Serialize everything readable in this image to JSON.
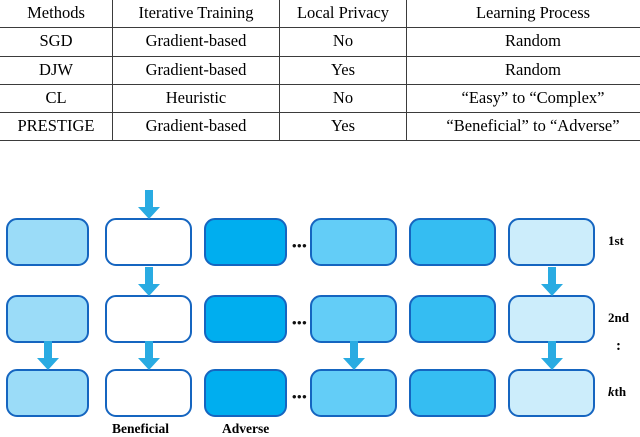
{
  "table": {
    "headers": [
      "Methods",
      "Iterative Training",
      "Local Privacy",
      "Learning Process"
    ],
    "rows": [
      [
        "SGD",
        "Gradient-based",
        "No",
        "Random"
      ],
      [
        "DJW",
        "Gradient-based",
        "Yes",
        "Random"
      ],
      [
        "CL",
        "Heuristic",
        "No",
        "“Easy” to “Complex”"
      ],
      [
        "PRESTIGE",
        "Gradient-based",
        "Yes",
        "“Beneficial” to “Adverse”"
      ]
    ]
  },
  "diagram": {
    "row_labels": [
      "1st",
      "2nd",
      "kth"
    ],
    "vertical_dots": ":",
    "ellipsis": "•••",
    "captions": {
      "beneficial": "Beneficial",
      "adverse": "Adverse"
    },
    "colors": {
      "box_border": "#1565C0",
      "arrow": "#29ABE2",
      "shade_1": "#9BDCF8",
      "shade_2": "#FFFFFF",
      "shade_3": "#00AEEF",
      "shade_4": "#63CDF7",
      "shade_5": "#35BDF2",
      "shade_6": "#CCEDFB"
    },
    "rows": [
      {
        "label": "1st",
        "boxes": [
          {
            "fill": "#9BDCF8",
            "arrow": false
          },
          {
            "fill": "#FFFFFF",
            "arrow": true
          },
          {
            "fill": "#00AEEF",
            "arrow": false
          },
          {
            "fill": "#63CDF7",
            "arrow": false
          },
          {
            "fill": "#35BDF2",
            "arrow": false
          },
          {
            "fill": "#CCEDFB",
            "arrow": false
          }
        ]
      },
      {
        "label": "2nd",
        "boxes": [
          {
            "fill": "#9BDCF8",
            "arrow": false
          },
          {
            "fill": "#FFFFFF",
            "arrow": true
          },
          {
            "fill": "#00AEEF",
            "arrow": false
          },
          {
            "fill": "#63CDF7",
            "arrow": false
          },
          {
            "fill": "#35BDF2",
            "arrow": false
          },
          {
            "fill": "#CCEDFB",
            "arrow": true
          }
        ]
      },
      {
        "label": "kth",
        "boxes": [
          {
            "fill": "#9BDCF8",
            "arrow": true
          },
          {
            "fill": "#FFFFFF",
            "arrow": true
          },
          {
            "fill": "#00AEEF",
            "arrow": false
          },
          {
            "fill": "#63CDF7",
            "arrow": true
          },
          {
            "fill": "#35BDF2",
            "arrow": false
          },
          {
            "fill": "#CCEDFB",
            "arrow": true
          }
        ]
      }
    ]
  }
}
